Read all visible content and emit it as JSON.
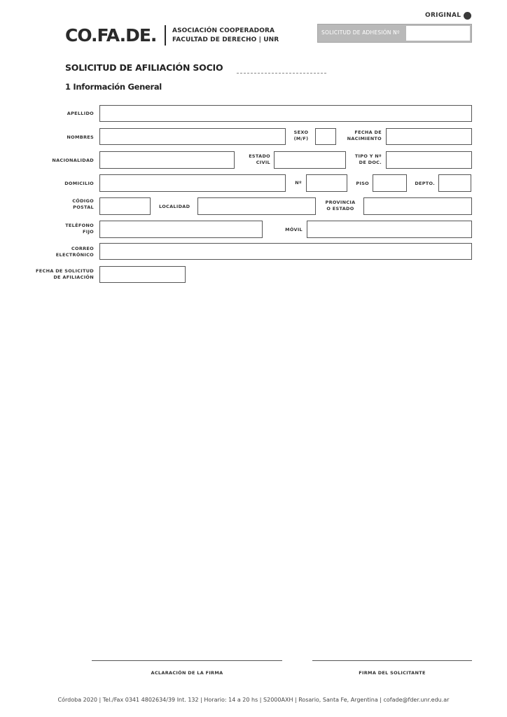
{
  "header": {
    "original": "ORIGINAL",
    "logo": "CO.FA.DE.",
    "org_line1": "ASOCIACIÓN COOPERADORA",
    "org_line2": "FACULTAD DE DERECHO | UNR",
    "adhesion_label": "SOLICITUD DE ADHESIÓN Nº",
    "adhesion_value": ""
  },
  "form": {
    "title": "SOLICITUD DE AFILIACIÓN SOCIO",
    "section": "1 Información General",
    "labels": {
      "apellido": "APELLIDO",
      "nombres": "NOMBRES",
      "sexo_1": "SEXO",
      "sexo_2": "(M/F)",
      "fecha_nac_1": "FECHA DE",
      "fecha_nac_2": "NACIMIENTO",
      "nacionalidad": "NACIONALIDAD",
      "estado_1": "ESTADO",
      "estado_2": "CIVIL",
      "tipo_1": "TIPO Y Nº",
      "tipo_2": "DE DOC.",
      "domicilio": "DOMICILIO",
      "numero": "Nº",
      "piso": "PISO",
      "depto": "DEPTO.",
      "cp_1": "CÓDIGO",
      "cp_2": "POSTAL",
      "localidad": "LOCALIDAD",
      "provincia_1": "PROVINCIA",
      "provincia_2": "O ESTADO",
      "tel_1": "TELÉFONO",
      "tel_2": "FIJO",
      "movil": "MÓVIL",
      "correo_1": "CORREO",
      "correo_2": "ELECTRÓNICO",
      "fecha_sol_1": "FECHA DE SOLICITUD",
      "fecha_sol_2": "DE AFILIACIÓN"
    },
    "values": {
      "apellido": "",
      "nombres": "",
      "sexo": "",
      "fecha_nacimiento": "",
      "nacionalidad": "",
      "estado_civil": "",
      "tipo_doc": "",
      "domicilio": "",
      "numero": "",
      "piso": "",
      "depto": "",
      "codigo_postal": "",
      "localidad": "",
      "provincia": "",
      "telefono": "",
      "movil": "",
      "correo": "",
      "fecha_solicitud": ""
    }
  },
  "signatures": {
    "aclaracion": "ACLARACIÓN DE LA FIRMA",
    "firma": "FIRMA DEL SOLICITANTE"
  },
  "footer": {
    "text": "Córdoba 2020 | Tel./Fax 0341 4802634/39 Int. 132 | Horario: 14 a 20 hs | S2000AXH | Rosario, Santa Fe, Argentina | cofade@fder.unr.edu.ar"
  }
}
